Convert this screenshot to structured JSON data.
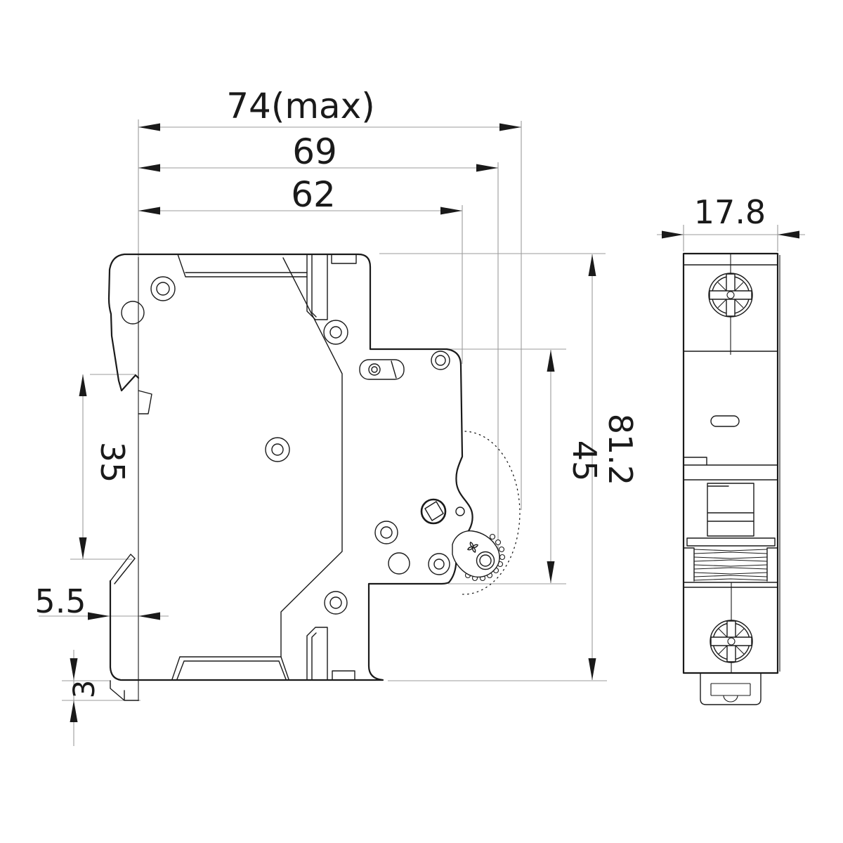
{
  "drawing": {
    "type": "technical-dimension-drawing",
    "subject": "din-rail-circuit-breaker",
    "views": {
      "side_view": "side profile with DIN-rail clip and toggle mechanism",
      "front_view": "front face, one module wide"
    },
    "dimensions": {
      "total_depth_max": "74(max)",
      "body_depth": "69",
      "upper_depth": "62",
      "overall_height": "81.2",
      "front_section_height": "45",
      "din_rail_slot": "35",
      "rail_lip_depth": "5.5",
      "clip_travel": "3",
      "module_width": "17.8"
    },
    "colors": {
      "line": "#1a1a1a",
      "dimension_line": "#9b9b9b",
      "background": "#ffffff"
    }
  }
}
